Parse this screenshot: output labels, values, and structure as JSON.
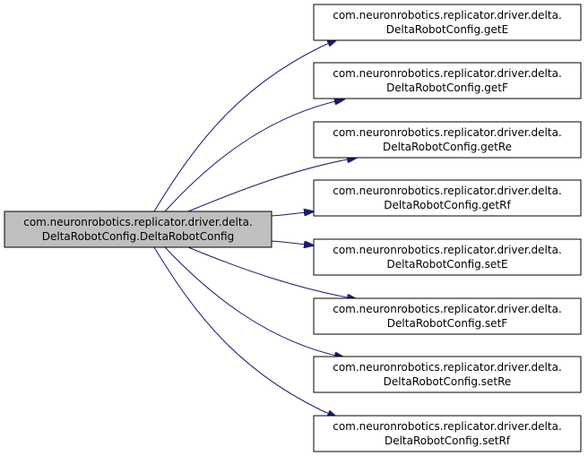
{
  "colors": {
    "edge": "#191970",
    "node_border": "#000000",
    "source_fill": "#bfbfbf",
    "target_fill": "#ffffff"
  },
  "source": {
    "line1": "com.neuronrobotics.replicator.driver.delta.",
    "line2": "DeltaRobotConfig.DeltaRobotConfig"
  },
  "targets": [
    {
      "line1": "com.neuronrobotics.replicator.driver.delta.",
      "line2": "DeltaRobotConfig.getE"
    },
    {
      "line1": "com.neuronrobotics.replicator.driver.delta.",
      "line2": "DeltaRobotConfig.getF"
    },
    {
      "line1": "com.neuronrobotics.replicator.driver.delta.",
      "line2": "DeltaRobotConfig.getRe"
    },
    {
      "line1": "com.neuronrobotics.replicator.driver.delta.",
      "line2": "DeltaRobotConfig.getRf"
    },
    {
      "line1": "com.neuronrobotics.replicator.driver.delta.",
      "line2": "DeltaRobotConfig.setE"
    },
    {
      "line1": "com.neuronrobotics.replicator.driver.delta.",
      "line2": "DeltaRobotConfig.setF"
    },
    {
      "line1": "com.neuronrobotics.replicator.driver.delta.",
      "line2": "DeltaRobotConfig.setRe"
    },
    {
      "line1": "com.neuronrobotics.replicator.driver.delta.",
      "line2": "DeltaRobotConfig.setRf"
    }
  ]
}
